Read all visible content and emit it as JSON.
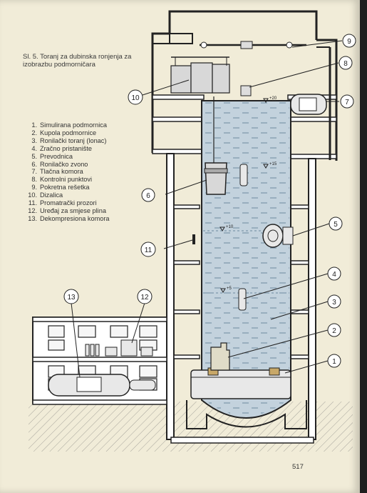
{
  "caption": "Sl. 5. Toranj za dubinska ronjenja za izobrazbu podmorničara",
  "legend": [
    {
      "num": "1.",
      "text": "Simulirana podmornica"
    },
    {
      "num": "2.",
      "text": "Kupola podmornice"
    },
    {
      "num": "3.",
      "text": "Ronilački toranj (lonac)"
    },
    {
      "num": "4.",
      "text": "Zračno pristanište"
    },
    {
      "num": "5.",
      "text": "Prevodnica"
    },
    {
      "num": "6.",
      "text": "Ronilačko zvono"
    },
    {
      "num": "7.",
      "text": "Tlačna komora"
    },
    {
      "num": "8.",
      "text": "Kontrolni punktovi"
    },
    {
      "num": "9.",
      "text": "Pokretna rešetka"
    },
    {
      "num": "10.",
      "text": "Dizalica"
    },
    {
      "num": "11.",
      "text": "Promatrački prozori"
    },
    {
      "num": "12.",
      "text": "Uređaj za smjese plina"
    },
    {
      "num": "13.",
      "text": "Dekompresiona komora"
    }
  ],
  "callouts": [
    "1",
    "2",
    "3",
    "4",
    "5",
    "6",
    "7",
    "8",
    "9",
    "10",
    "11",
    "12",
    "13"
  ],
  "depth_marks": [
    "+20",
    "+15",
    "+10",
    "+5"
  ],
  "page_number": "517"
}
